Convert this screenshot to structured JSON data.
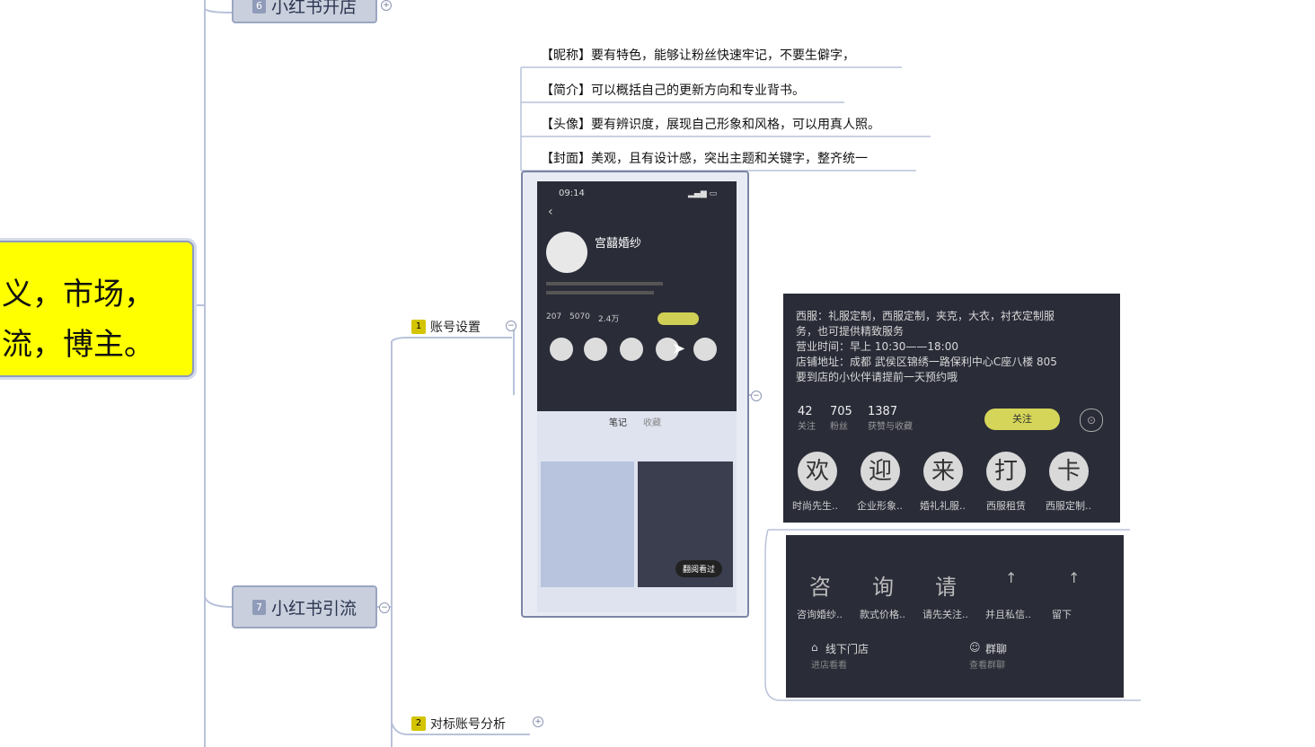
{
  "map": {
    "top_node": {
      "num": "6",
      "label": "小红书开店"
    },
    "center_node": {
      "line1": "义，市场，",
      "line2": "流，博主。"
    },
    "branch_node": {
      "num": "7",
      "label": "小红书引流"
    },
    "sub_account": {
      "num": "1",
      "label": "账号设置"
    },
    "sub_benchmark": {
      "num": "2",
      "label": "对标账号分析"
    },
    "leaves": [
      "【昵称】要有特色，能够让粉丝快速牢记，不要生僻字，",
      "【简介】可以概括自己的更新方向和专业背书。",
      "【头像】要有辨识度，展现自己形象和风格，可以用真人照。",
      "【封面】美观，且有设计感，突出主题和关键字，整齐统一"
    ]
  },
  "phone": {
    "time": "09:14",
    "name": "宫囍婚纱",
    "stats": [
      "207",
      "5070",
      "2.4万"
    ],
    "tabs": [
      "笔记",
      "收藏"
    ],
    "more_label": "翻阅看过"
  },
  "profile_card": {
    "desc1": "西服：礼服定制，西服定制，夹克，大衣，衬衣定制服",
    "desc2": "务，也可提供精致服务",
    "hours": "营业时间：早上 10:30——18:00",
    "address": "店铺地址：成都 武侯区锦绣一路保利中心C座八楼 805",
    "note": "要到店的小伙伴请提前一天预约哦",
    "stats": [
      {
        "value": "42",
        "label": "关注"
      },
      {
        "value": "705",
        "label": "粉丝"
      },
      {
        "value": "1387",
        "label": "获赞与收藏"
      }
    ],
    "follow": "关注",
    "circles": [
      {
        "char": "欢",
        "label": "时尚先生.."
      },
      {
        "char": "迎",
        "label": "企业形象.."
      },
      {
        "char": "来",
        "label": "婚礼礼服.."
      },
      {
        "char": "打",
        "label": "西服租赁"
      },
      {
        "char": "卡",
        "label": "西服定制.."
      }
    ]
  },
  "contact_card": {
    "items": [
      {
        "char": "咨",
        "label": "咨询婚纱.."
      },
      {
        "char": "询",
        "label": "款式价格.."
      },
      {
        "char": "请",
        "label": "请先关注.."
      },
      {
        "char": "↑",
        "label": "并且私信.."
      },
      {
        "char": "↑",
        "label": "留下"
      }
    ],
    "store_label": "线下门店",
    "store_sub": "进店看看",
    "group_label": "群聊",
    "group_sub": "查看群聊"
  }
}
